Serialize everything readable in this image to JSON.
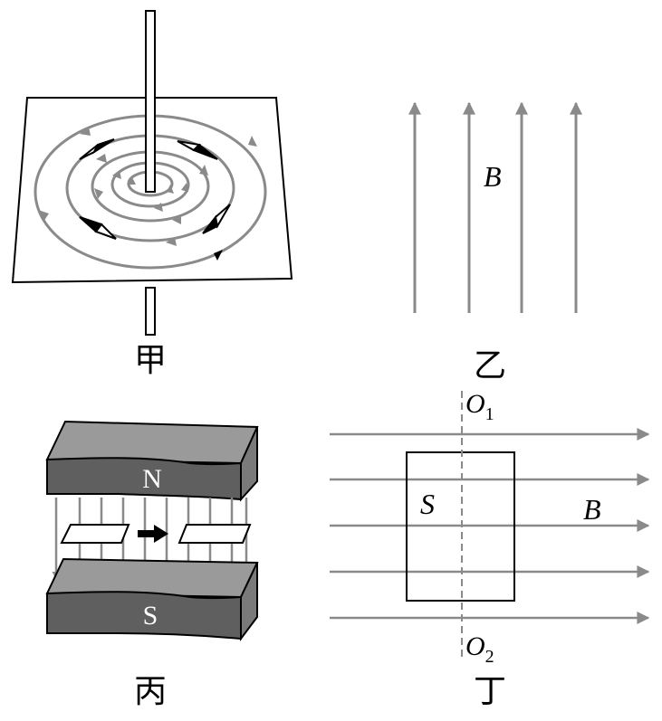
{
  "figures": {
    "jia": {
      "caption": "甲"
    },
    "yi": {
      "caption": "乙",
      "field_label": "B"
    },
    "bing": {
      "caption": "丙",
      "north_label": "N",
      "south_label": "S"
    },
    "ding": {
      "caption": "丁",
      "axis_top": "O",
      "axis_top_sub": "1",
      "axis_bottom": "O",
      "axis_bottom_sub": "2",
      "area_label": "S",
      "field_label": "B"
    }
  },
  "colors": {
    "field_line": "#8a8a8a",
    "magnet_top": "#9a9a9a",
    "magnet_face": "#5f5f5f",
    "magnet_side": "#7a7a7a"
  }
}
